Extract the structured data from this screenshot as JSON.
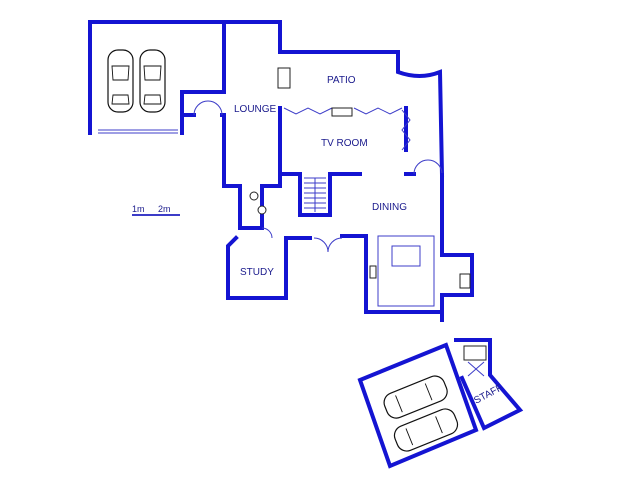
{
  "rooms": {
    "patio": "PATIO",
    "lounge": "LOUNGE",
    "tv_room": "TV ROOM",
    "dining": "DINING",
    "study": "STUDY",
    "staff": "STAFF"
  },
  "scale_bar": {
    "label_1": "1m",
    "label_2": "2m"
  },
  "colors": {
    "wall": "#1414d2",
    "label": "#1a1a8c"
  }
}
